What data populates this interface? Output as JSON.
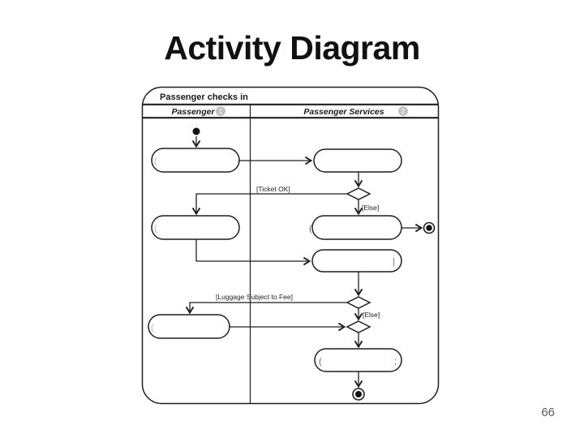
{
  "slide": {
    "title": "Activity Diagram",
    "page_number": "66"
  },
  "diagram": {
    "frame_title": "Passenger checks in",
    "lanes": [
      {
        "label": "Passenger",
        "badge": "1"
      },
      {
        "label": "Passenger Services",
        "badge": "2"
      }
    ],
    "guards": {
      "ticket_ok": "[Ticket OK]",
      "else_top": "[Else]",
      "luggage_fee": "[Luggage Subject to Fee]",
      "else_bottom": "[Else]"
    },
    "activities": [
      {
        "id": "activity-1",
        "lane": "Passenger",
        "label": "",
        "remnant_left": "(",
        "remnant_right": ""
      },
      {
        "id": "activity-2",
        "lane": "Passenger Services",
        "label": "",
        "remnant_left": "",
        "remnant_right": ""
      },
      {
        "id": "activity-3",
        "lane": "Passenger",
        "label": "",
        "remnant_left": "(",
        "remnant_right": ""
      },
      {
        "id": "activity-4",
        "lane": "Passenger Services",
        "label": "",
        "remnant_left": "(",
        "remnant_right": ""
      },
      {
        "id": "activity-5",
        "lane": "Passenger Services",
        "label": "",
        "remnant_left": "",
        "remnant_right": "|"
      },
      {
        "id": "activity-6",
        "lane": "Passenger",
        "label": "",
        "remnant_left": "(",
        "remnant_right": ""
      },
      {
        "id": "activity-7",
        "lane": "Passenger Services",
        "label": "",
        "remnant_left": "(",
        "remnant_right": ";"
      }
    ],
    "icons": {
      "lane_badge_1": "gray-circle-badge",
      "lane_badge_2": "gray-circle-badge",
      "initial_node": "filled-circle",
      "final_node": "bullseye-circle"
    },
    "colors": {
      "ink": "#1f1f1f",
      "badge_fill": "#c2c2c2",
      "background": "#ffffff"
    }
  }
}
